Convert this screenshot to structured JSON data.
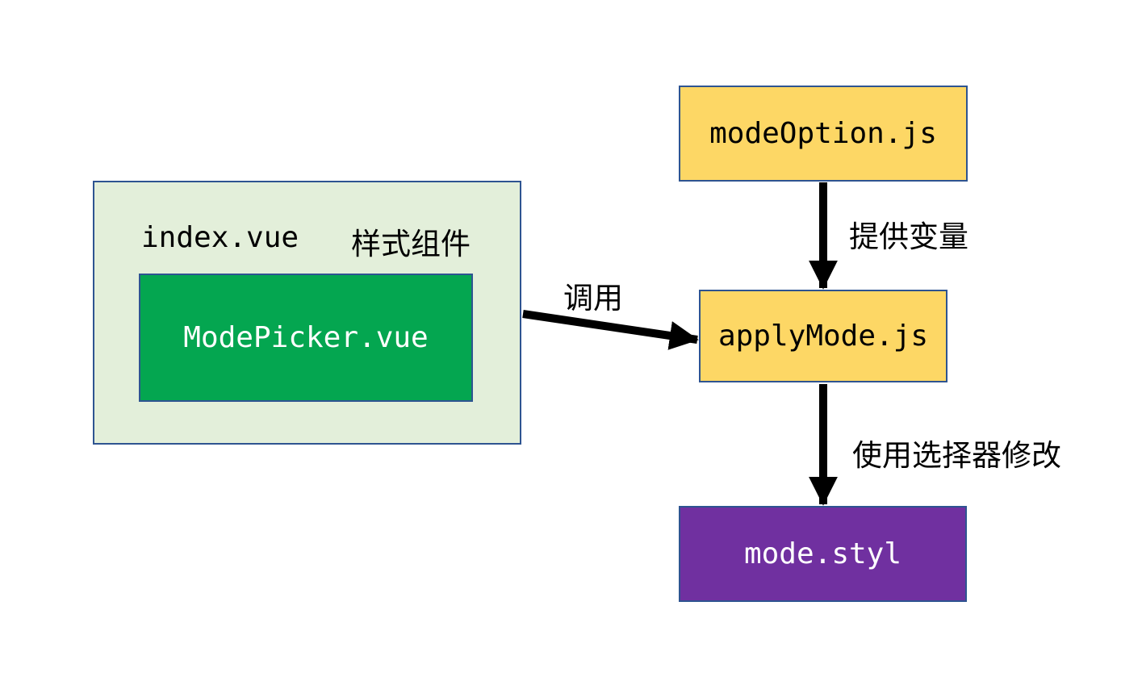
{
  "colors": {
    "background": "#ffffff",
    "border": "#2e5491",
    "yellow": "#fdd765",
    "light_green": "#e3efda",
    "green": "#04a650",
    "purple": "#7030a0",
    "arrow": "#000000",
    "text_dark": "#000000",
    "text_light": "#ffffff"
  },
  "nodes": {
    "mode_option": {
      "label": "modeOption.js"
    },
    "index_container": {
      "title": "index.vue",
      "subtitle": "样式组件"
    },
    "mode_picker": {
      "label": "ModePicker.vue"
    },
    "apply_mode": {
      "label": "applyMode.js"
    },
    "mode_styl": {
      "label": "mode.styl"
    }
  },
  "edges": {
    "provide_variables": {
      "label": "提供变量"
    },
    "call": {
      "label": "调用"
    },
    "apply_selector": {
      "label": "使用选择器修改"
    }
  }
}
